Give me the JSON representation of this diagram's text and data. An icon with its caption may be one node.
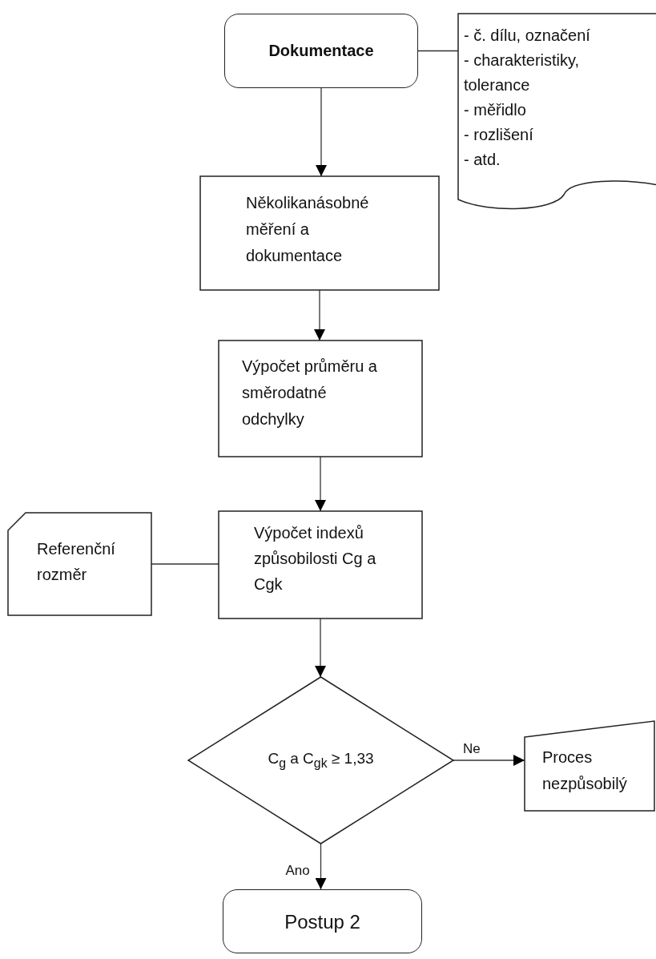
{
  "diagram": {
    "nodes": [
      {
        "text": [
          "Dokumentace"
        ]
      },
      {
        "text": [
          "- č. dílu, označení",
          "- charakteristiky, tolerance",
          "- měřidlo",
          "- rozlišení",
          "- atd."
        ]
      },
      {
        "text": [
          "Několikanásobné měření a dokumentace"
        ]
      },
      {
        "text": [
          "Výpočet průměru a směrodatné odchylky"
        ]
      },
      {
        "text": [
          "Výpočet indexů způsobilosti Cg a Cgk"
        ]
      },
      {
        "text": [
          "Referenční rozměr"
        ]
      },
      {
        "text": [
          "C$_{g}$ a  C$_{gk}$ ≥ 1,33"
        ]
      },
      {
        "text": [
          "Proces nezpůsobilý"
        ]
      },
      {
        "text": [
          "Postup 2"
        ]
      }
    ],
    "edges": [
      {
        "from": 0,
        "to": 1,
        "arrow": "none"
      },
      {
        "from": 0,
        "to": 2,
        "arrow": "to"
      },
      {
        "from": 2,
        "to": 3,
        "arrow": "to"
      },
      {
        "from": 3,
        "to": 4,
        "arrow": "to"
      },
      {
        "from": 5,
        "to": 4,
        "arrow": "none"
      },
      {
        "from": 4,
        "to": 6,
        "arrow": "to"
      },
      {
        "from": 6,
        "to": 7,
        "label": "Ne",
        "arrow": "to"
      },
      {
        "from": 6,
        "to": 8,
        "label": "Ano",
        "arrow": "to"
      }
    ]
  }
}
